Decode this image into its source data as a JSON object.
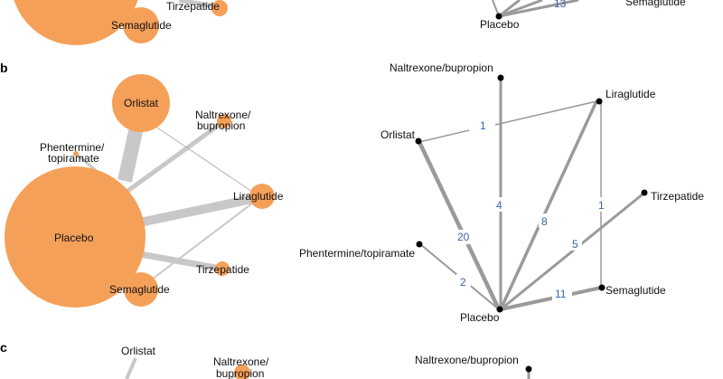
{
  "colors": {
    "node": "#f5a059",
    "edge": "#c8c8c8",
    "edge_dark": "#9a9a9a",
    "number": "#3a64a8",
    "dot": "#000000"
  },
  "panel_a": {
    "left_labels": {
      "semaglutide": "Semaglutide",
      "tirzepatide": "Tirzepatide"
    },
    "right_labels": {
      "placebo": "Placebo",
      "semaglutide": "Semaglutide"
    },
    "numbers": {
      "n13": "13"
    }
  },
  "panel_b": {
    "letter": "b",
    "left_labels": {
      "orlistat": "Orlistat",
      "naltrexone_1": "Naltrexone/",
      "naltrexone_2": "bupropion",
      "phentermine_1": "Phentermine/",
      "phentermine_2": "topiramate",
      "liraglutide": "Liraglutide",
      "placebo": "Placebo",
      "tirzepatide": "Tirzepatide",
      "semaglutide": "Semaglutide"
    },
    "right_labels": {
      "naltrexone": "Naltrexone/bupropion",
      "liraglutide": "Liraglutide",
      "orlistat": "Orlistat",
      "tirzepatide": "Tirzepatide",
      "phentermine": "Phentermine/topiramate",
      "semaglutide": "Semaglutide",
      "placebo": "Placebo"
    },
    "numbers": {
      "orl_lira": "1",
      "orl_pla": "20",
      "nal_pla": "4",
      "lira_pla": "8",
      "lira_sema": "1",
      "tirz_pla": "5",
      "phen_pla": "2",
      "sema_pla": "11"
    }
  },
  "panel_c": {
    "letter": "c",
    "left_labels": {
      "orlistat": "Orlistat",
      "naltrexone_1": "Naltrexone/",
      "naltrexone_2": "bupropion"
    },
    "right_labels": {
      "naltrexone": "Naltrexone/bupropion"
    }
  }
}
